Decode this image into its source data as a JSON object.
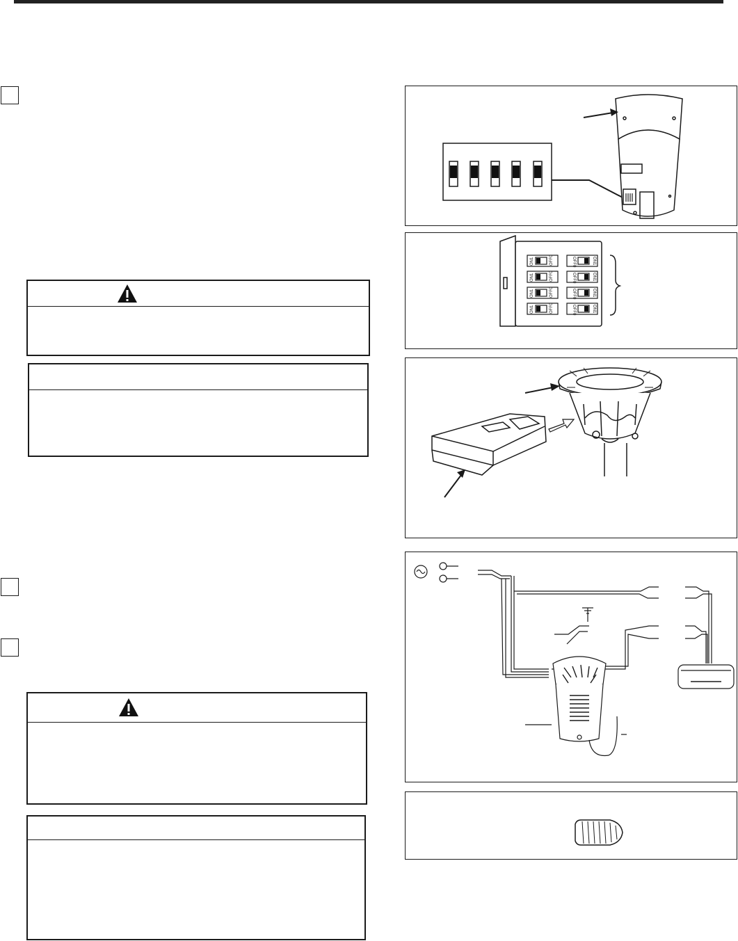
{
  "page": {
    "step_markers": [
      "step-1",
      "step-2",
      "step-3"
    ],
    "warning_icon": "warning-triangle-icon",
    "figures": [
      {
        "name": "receiver-dip-switch-figure",
        "switch_count": 5
      },
      {
        "name": "circuit-breaker-panel-figure",
        "breaker_labels": [
          "ON1",
          "OFF0"
        ]
      },
      {
        "name": "receiver-into-mounting-bracket-figure"
      },
      {
        "name": "receiver-wiring-diagram-figure"
      },
      {
        "name": "wire-connector-figure"
      }
    ]
  }
}
